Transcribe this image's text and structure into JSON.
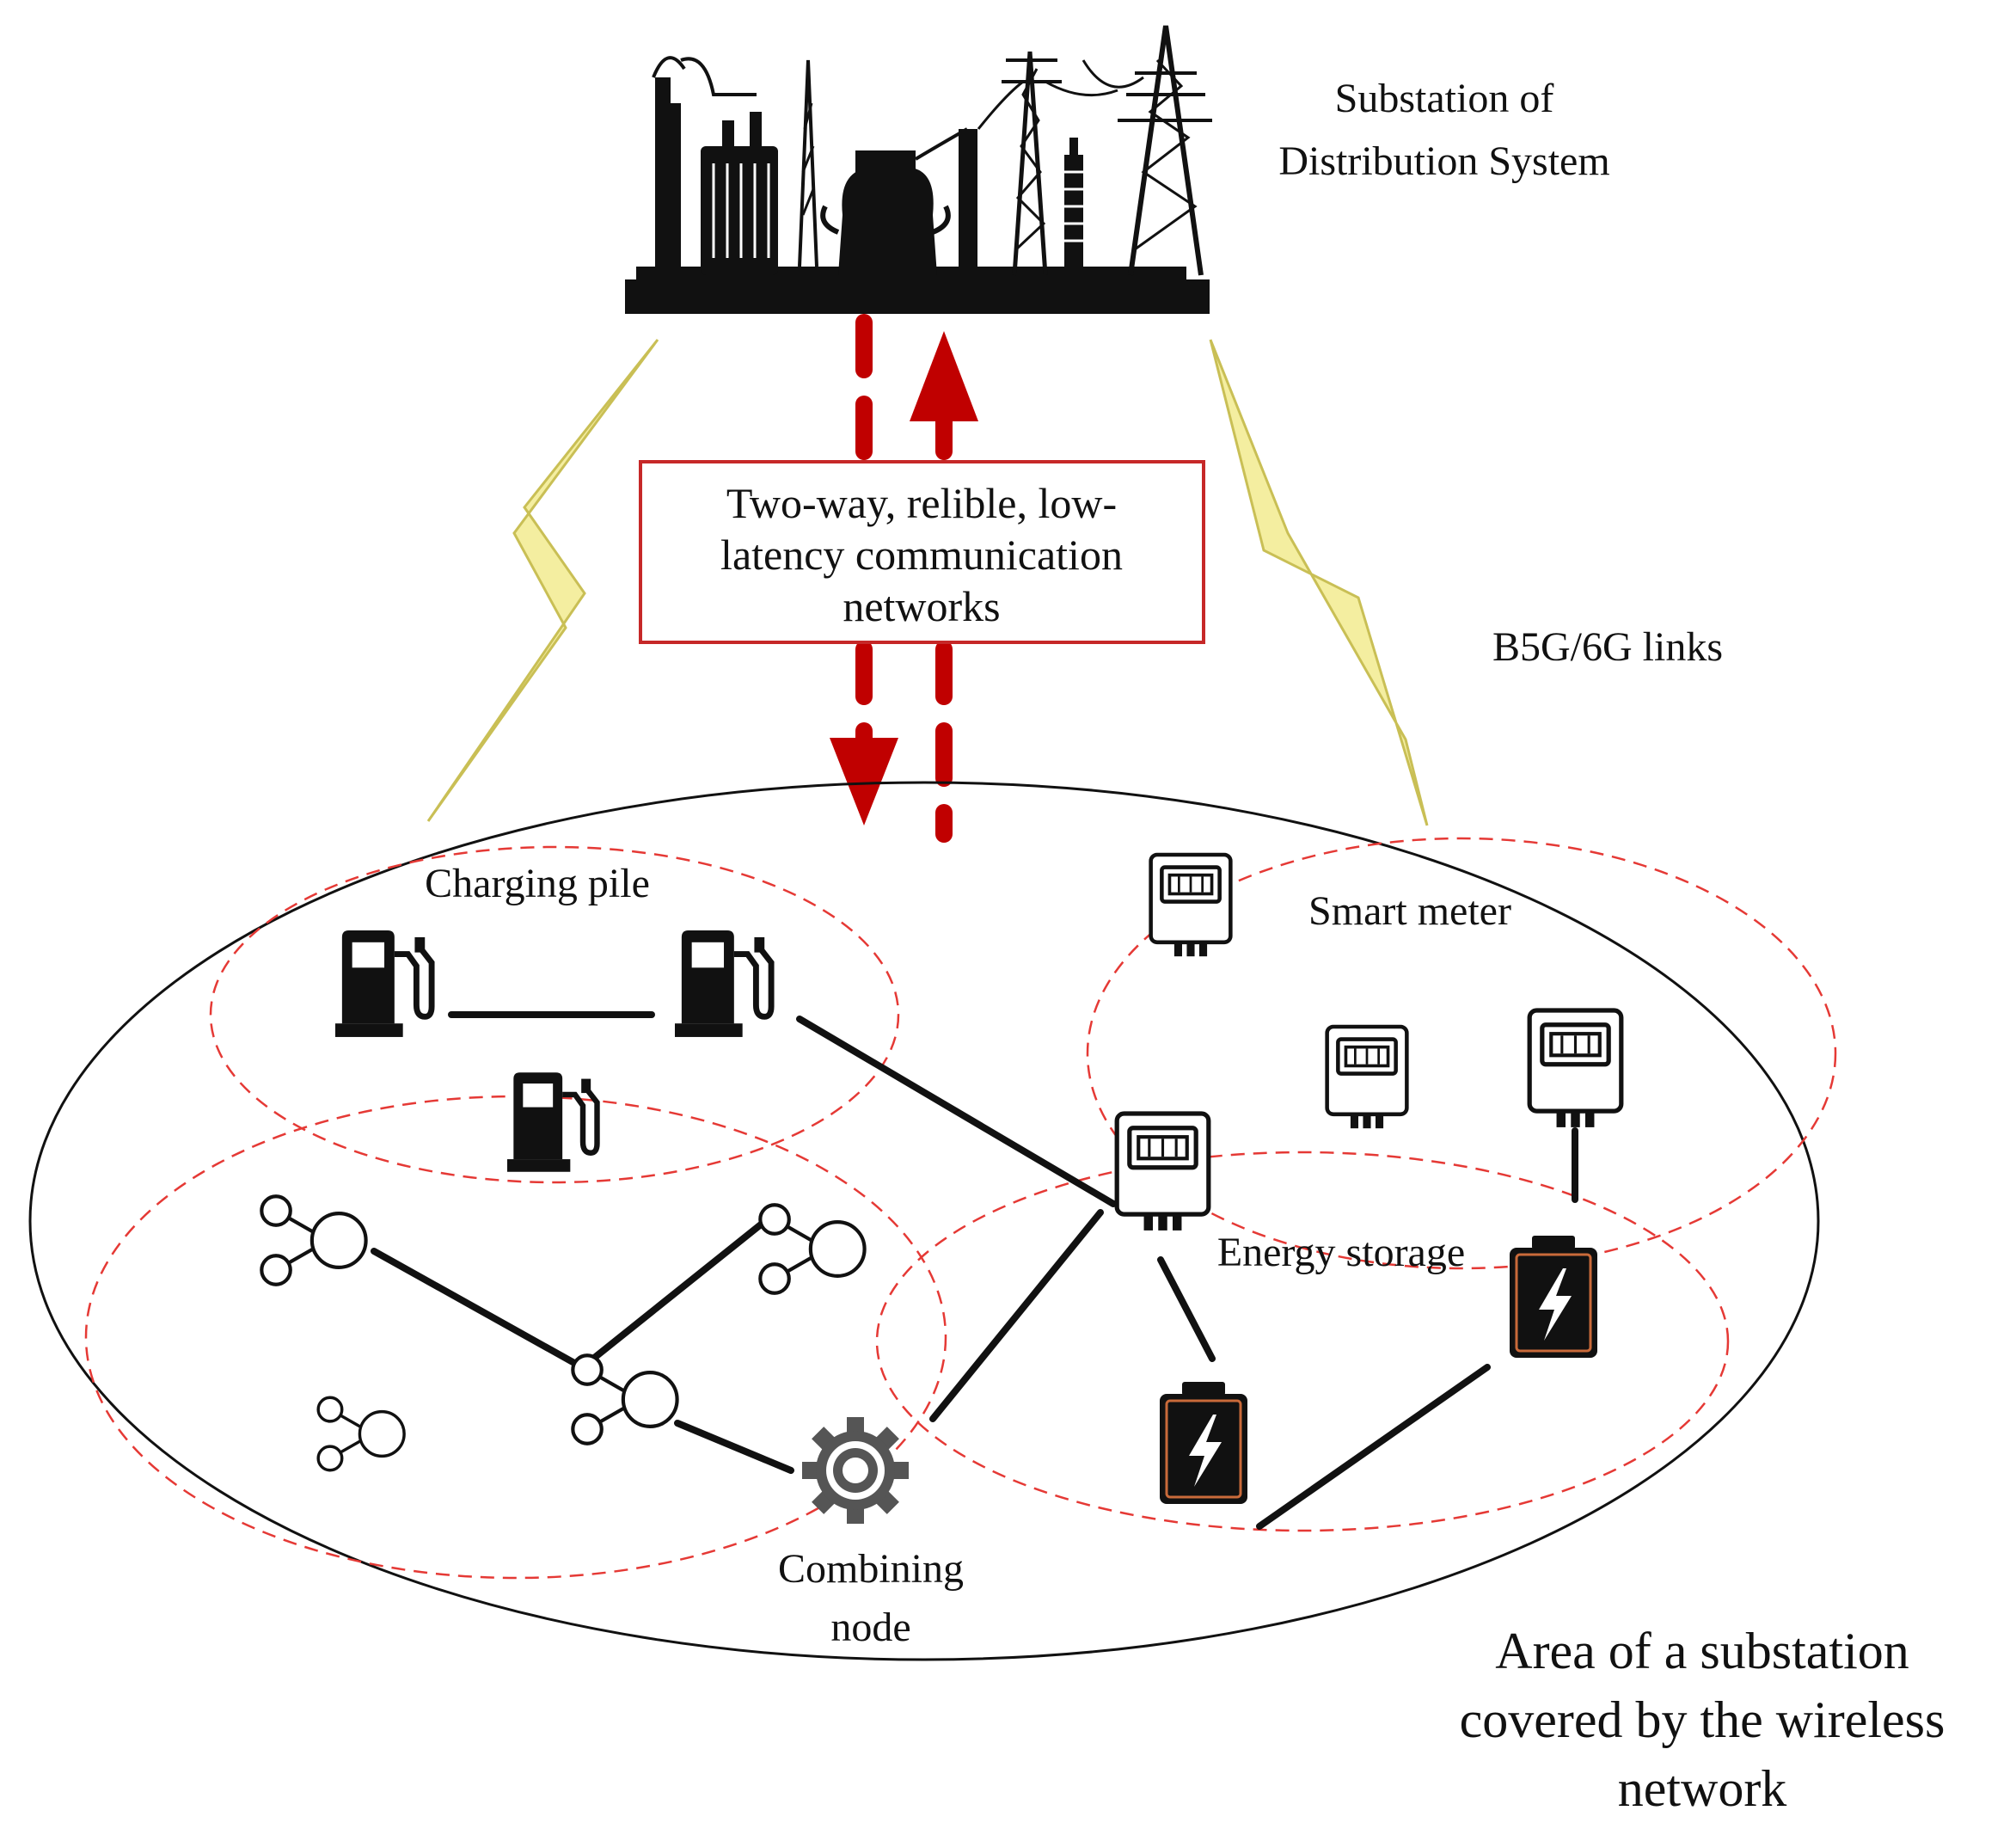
{
  "substation": {
    "title_line1": "Substation of",
    "title_line2": "Distribution System"
  },
  "comm_box": {
    "line1": "Two-way, relible, low-",
    "line2": "latency communication",
    "line3": "networks"
  },
  "links_label": "B5G/6G links",
  "zones": {
    "charging_pile": "Charging pile",
    "smart_meter": "Smart meter",
    "energy_storage": "Energy storage",
    "combining_node_line1": "Combining",
    "combining_node_line2": "node"
  },
  "area_label": {
    "line1": "Area of a substation",
    "line2": "covered by the wireless",
    "line3": "network"
  },
  "colors": {
    "arrow_red": "#c00000",
    "zone_dash_red": "#e53935",
    "bolt_yellow": "#f4eea0",
    "box_border_red": "#c62828",
    "icon_black": "#111111"
  },
  "icons": [
    "substation-icon",
    "lightning-bolt-icon",
    "fuel-pump-icon",
    "smart-meter-icon",
    "battery-icon",
    "network-node-icon",
    "gear-icon"
  ]
}
